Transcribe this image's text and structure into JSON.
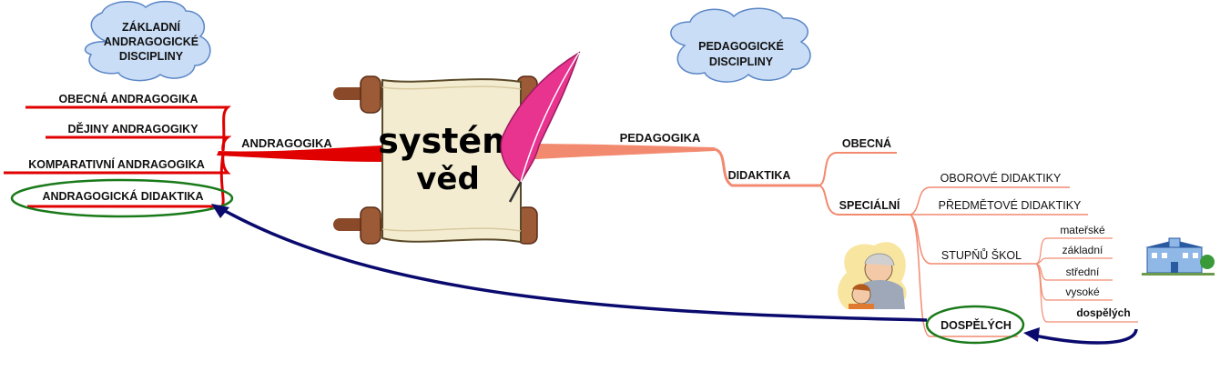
{
  "cloud_left": {
    "lines": [
      "ZÁKLADNÍ",
      "ANDRAGOGICKÉ",
      "DISCIPLINY"
    ]
  },
  "cloud_right": {
    "lines": [
      "PEDAGOGICKÉ",
      "DISCIPLINY"
    ]
  },
  "center": {
    "line1": "systém",
    "line2": "věd"
  },
  "left_branch": {
    "main": "ANDRAGOGIKA",
    "items": [
      "OBECNÁ ANDRAGOGIKA",
      "DĚJINY ANDRAGOGIKY",
      "KOMPARATIVNÍ ANDRAGOGIKA",
      "ANDRAGOGICKÁ DIDAKTIKA"
    ]
  },
  "right_branch": {
    "main": "PEDAGOGIKA",
    "didaktika": "DIDAKTIKA",
    "obecna": "OBECNÁ",
    "specialni": "SPECIÁLNÍ",
    "oborove": "OBOROVÉ DIDAKTIKY",
    "predmetove": "PŘEDMĚTOVÉ DIDAKTIKY",
    "stupnu": "STUPŇŮ ŠKOL",
    "levels": [
      "mateřské",
      "základní",
      "střední",
      "vysoké",
      "dospělých"
    ],
    "dospelych": "DOSPĚLÝCH"
  },
  "colors": {
    "left": "#e00000",
    "right": "#f28a70",
    "arrow": "#0a0a6e",
    "ellipse": "#1a7a1a",
    "cloud": "#c9ddf6"
  },
  "icons": [
    "scroll-icon",
    "quill-icon",
    "building-icon",
    "teacher-child-icon"
  ]
}
